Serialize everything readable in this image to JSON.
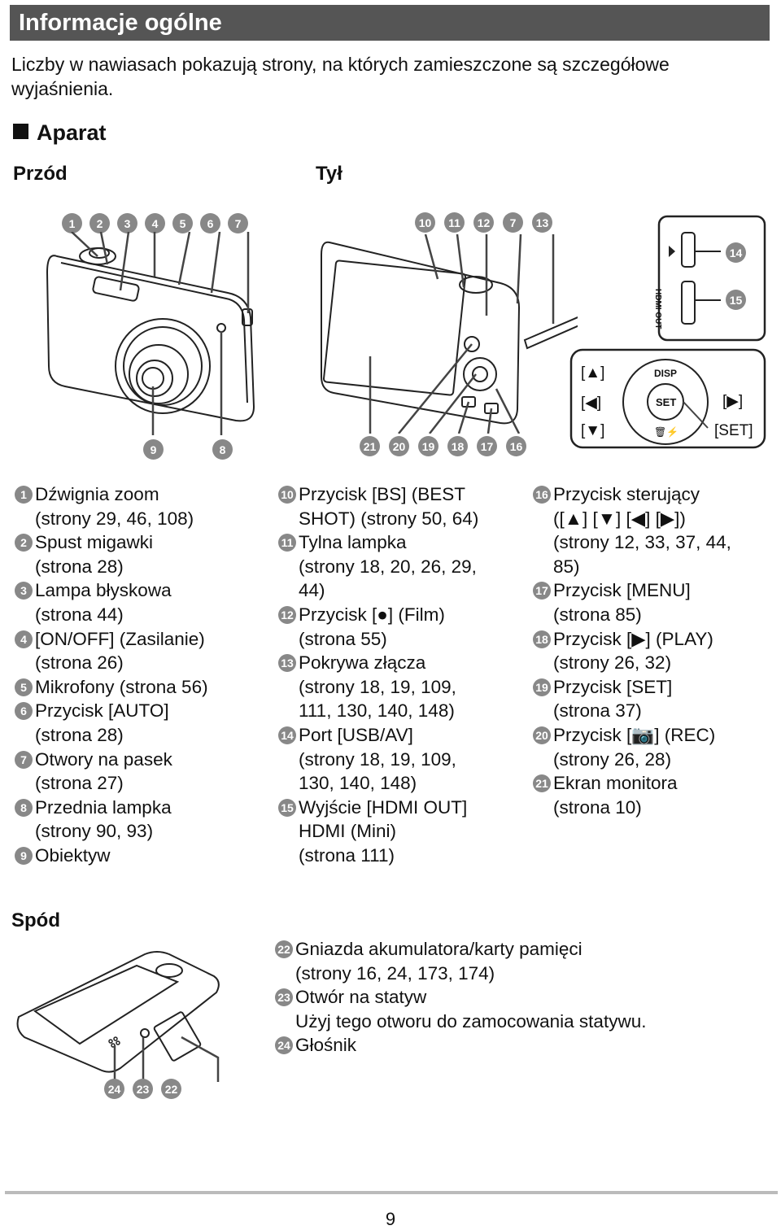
{
  "header": {
    "title": "Informacje ogólne"
  },
  "intro": "Liczby w nawiasach pokazują strony, na których zamieszczone są szczegółowe wyjaśnienia.",
  "section_title": "Aparat",
  "labels": {
    "front": "Przód",
    "back": "Tył",
    "bottom": "Spód"
  },
  "front_calls_top": [
    "1",
    "2",
    "3",
    "4",
    "5",
    "6",
    "7"
  ],
  "front_calls_bottom": [
    "9",
    "8"
  ],
  "back_calls_top": [
    "10",
    "11",
    "12",
    "7",
    "13"
  ],
  "back_calls_bottom": [
    "21",
    "20",
    "19",
    "18",
    "17",
    "16"
  ],
  "connector_calls": [
    "14",
    "15"
  ],
  "bottom_calls": [
    "24",
    "23",
    "22"
  ],
  "diagram_text": {
    "hdmi_out": "HDMI OUT",
    "disp": "DISP",
    "set": "SET",
    "up": "[▲]",
    "left": "[◀]",
    "down": "[▼]",
    "right": "[▶]",
    "set_label": "[SET]",
    "trash": "🗑⚡"
  },
  "items_col1": [
    {
      "n": "1",
      "text": "Dźwignia zoom\n(strony 29, 46, 108)"
    },
    {
      "n": "2",
      "text": "Spust migawki\n(strona 28)"
    },
    {
      "n": "3",
      "text": "Lampa błyskowa\n(strona 44)"
    },
    {
      "n": "4",
      "text": "[ON/OFF] (Zasilanie)\n(strona 26)"
    },
    {
      "n": "5",
      "text": "Mikrofony (strona 56)"
    },
    {
      "n": "6",
      "text": "Przycisk [AUTO]\n(strona 28)"
    },
    {
      "n": "7",
      "text": "Otwory na pasek\n(strona 27)"
    },
    {
      "n": "8",
      "text": "Przednia lampka\n(strony 90, 93)"
    },
    {
      "n": "9",
      "text": "Obiektyw"
    }
  ],
  "items_col2": [
    {
      "n": "10",
      "text": "Przycisk [BS] (BEST\nSHOT) (strony 50, 64)"
    },
    {
      "n": "11",
      "text": "Tylna lampka\n(strony 18, 20, 26, 29,\n44)"
    },
    {
      "n": "12",
      "text": "Przycisk [●] (Film)\n(strona 55)"
    },
    {
      "n": "13",
      "text": "Pokrywa złącza\n(strony 18, 19, 109,\n111, 130, 140, 148)"
    },
    {
      "n": "14",
      "text": "Port [USB/AV]\n(strony 18, 19, 109,\n130, 140, 148)"
    },
    {
      "n": "15",
      "text": "Wyjście [HDMI OUT]\nHDMI (Mini)\n(strona 111)"
    }
  ],
  "items_col3": [
    {
      "n": "16",
      "text": "Przycisk sterujący\n([▲] [▼] [◀] [▶])\n(strony 12, 33, 37, 44,\n85)"
    },
    {
      "n": "17",
      "text": "Przycisk [MENU]\n(strona 85)"
    },
    {
      "n": "18",
      "text": "Przycisk [▶] (PLAY)\n(strony 26, 32)"
    },
    {
      "n": "19",
      "text": "Przycisk [SET]\n(strona 37)"
    },
    {
      "n": "20",
      "text": "Przycisk [📷] (REC)\n(strony 26, 28)"
    },
    {
      "n": "21",
      "text": "Ekran monitora\n(strona 10)"
    }
  ],
  "items_bottom": [
    {
      "n": "22",
      "text": "Gniazda akumulatora/karty pamięci\n(strony 16, 24, 173, 174)"
    },
    {
      "n": "23",
      "text": "Otwór na statyw\nUżyj tego otworu do zamocowania statywu."
    },
    {
      "n": "24",
      "text": "Głośnik"
    }
  ],
  "page_number": "9"
}
